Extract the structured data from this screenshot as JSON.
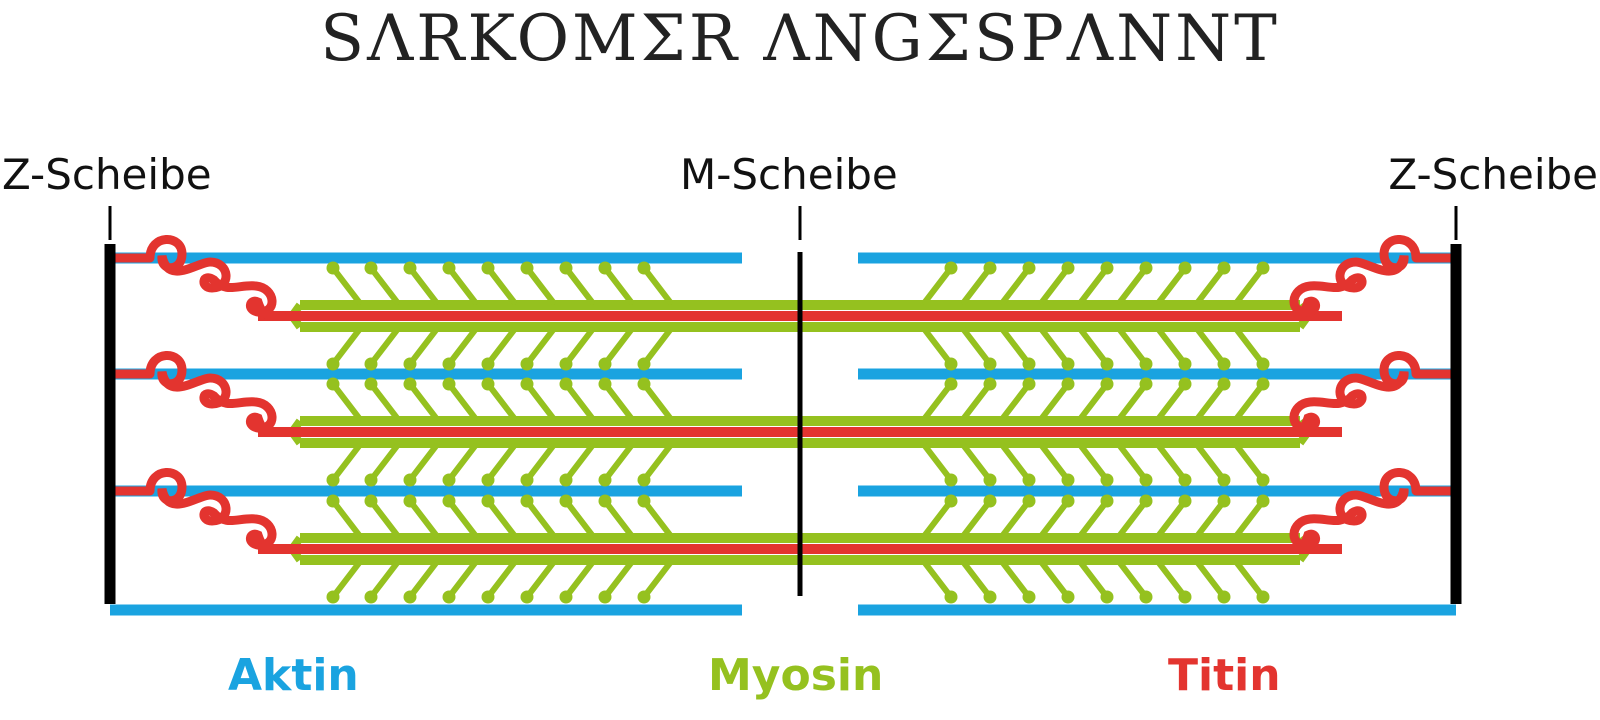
{
  "title": "SΛRKOMΣR ΛNGΣSPΛNNT",
  "labels": {
    "z_left": "Z-Scheibe",
    "m_center": "M-Scheibe",
    "z_right": "Z-Scheibe"
  },
  "legend": {
    "aktin": "Aktin",
    "myosin": "Myosin",
    "titin": "Titin"
  },
  "colors": {
    "aktin": "#1aa3e0",
    "myosin": "#95c11f",
    "titin": "#e3342f",
    "disc": "#000000",
    "title": "#222222"
  }
}
